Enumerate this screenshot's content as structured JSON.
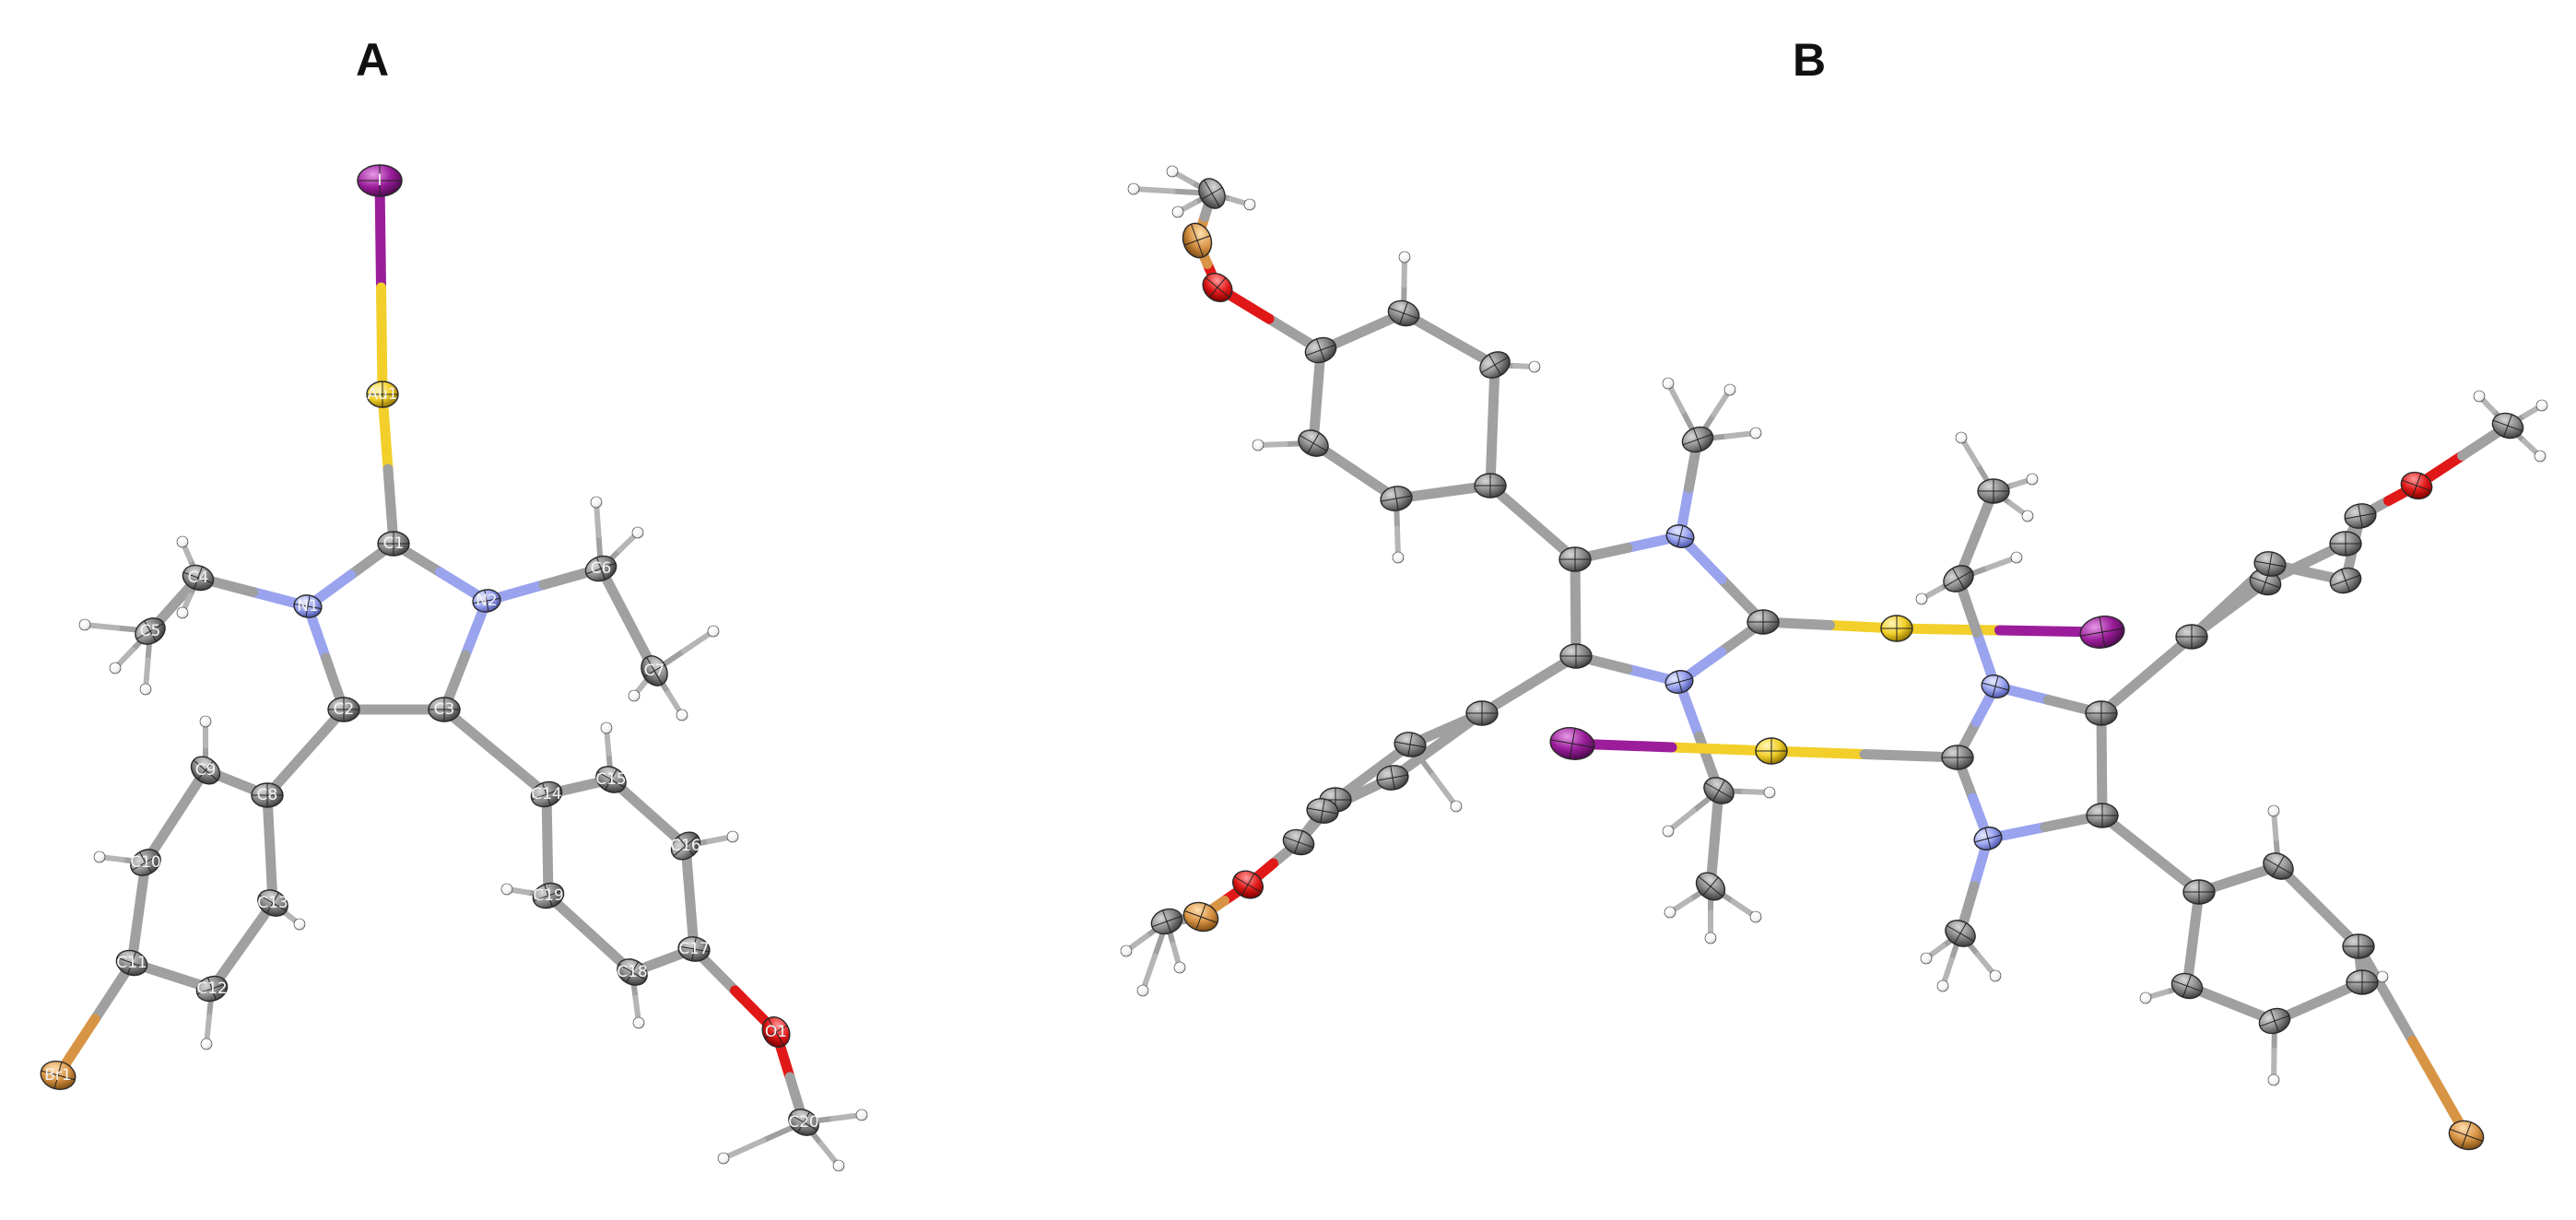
{
  "panels": {
    "a": {
      "label": "A"
    },
    "b": {
      "label": "B"
    }
  },
  "colors": {
    "carbon": "#8c8c8c",
    "hydrogen": "#ffffff",
    "nitrogen": "#9aa3ee",
    "oxygen": "#e01818",
    "gold": "#f2cf2a",
    "iodine": "#9b1d9b",
    "bromine": "#d89445",
    "bond": "#a0a0a0"
  },
  "molecule_a": {
    "atom_labels": [
      "I",
      "Au1",
      "C1",
      "N1",
      "N2",
      "C2",
      "C3",
      "C4",
      "C5",
      "C6",
      "C7",
      "C8",
      "C9",
      "C10",
      "C11",
      "C12",
      "C13",
      "C14",
      "C15",
      "C16",
      "C17",
      "C18",
      "C19",
      "O1",
      "C20",
      "Br1"
    ]
  }
}
